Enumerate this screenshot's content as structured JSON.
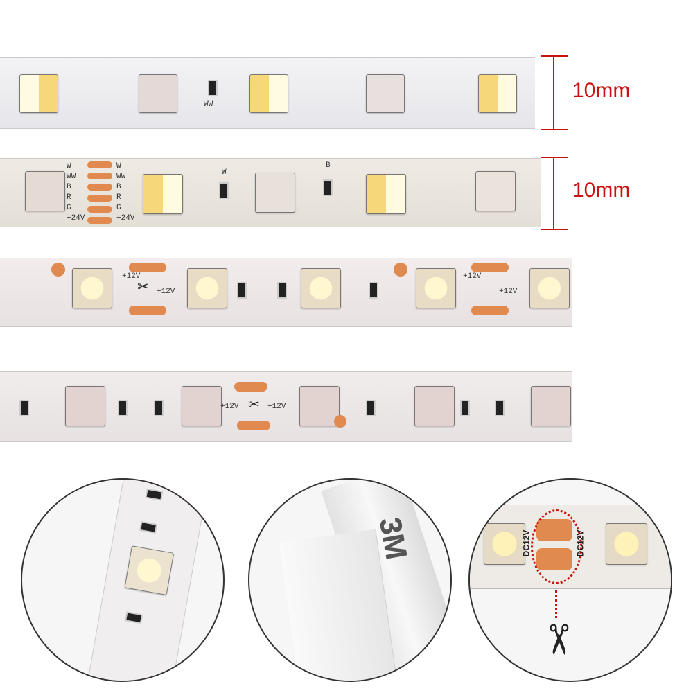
{
  "dimensions": {
    "top_width_label": "10mm",
    "second_width_label": "10mm"
  },
  "strip1": {
    "resistor_label": "WW"
  },
  "strip2": {
    "channel_labels": [
      "W",
      "WW",
      "B",
      "R",
      "G",
      "+24V"
    ],
    "label_w": "W",
    "label_b": "B"
  },
  "strip3": {
    "voltage_left": "+12V",
    "voltage_right": "+12V",
    "voltage_left2": "+12V",
    "voltage_right2": "+12V"
  },
  "strip4": {
    "voltage_left": "+12V",
    "voltage_right": "+12V"
  },
  "detail3": {
    "voltage_a": "DC12V",
    "voltage_b": "DC12V",
    "tape_brand": "3M"
  },
  "colors": {
    "dim_line": "#cc1111",
    "pad": "#e08a50",
    "warm_led": "#f6d87a",
    "cool_led": "#fffbe0"
  },
  "icons": [
    "scissors-icon"
  ]
}
